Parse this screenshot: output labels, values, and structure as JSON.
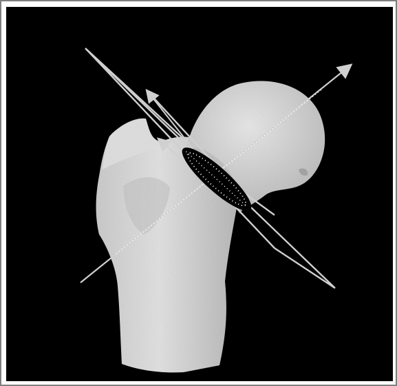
{
  "figure": {
    "subject": "femur-proximal-3d-render",
    "background_color": "#000000",
    "bone_color": "#d9d9d9",
    "annotation_color": "#c8c8c8",
    "ellipse_fill": "#000000",
    "icons": [
      "femur-render",
      "neck-axis-arrow",
      "cutting-plane",
      "neck-section-ellipse"
    ]
  }
}
